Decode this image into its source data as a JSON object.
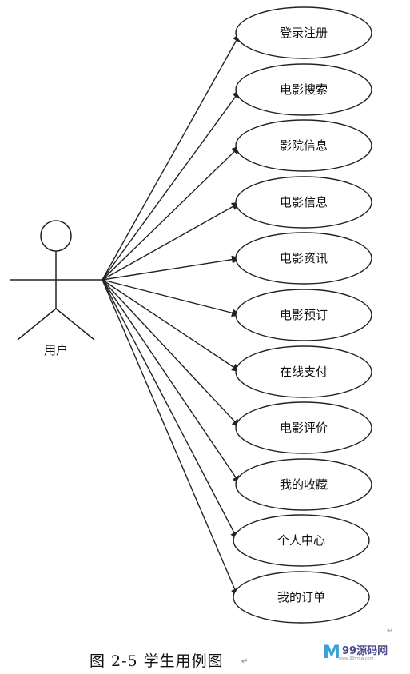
{
  "diagram": {
    "actor": {
      "label": "用户"
    },
    "use_cases": [
      "登录注册",
      "电影搜索",
      "影院信息",
      "电影信息",
      "电影资讯",
      "电影预订",
      "在线支付",
      "电影评价",
      "我的收藏",
      "个人中心",
      "我的订单"
    ]
  },
  "caption": "图 2-5  学生用例图",
  "watermark": {
    "logo": "M",
    "name": "99源码网",
    "url": "www.99ymw.com"
  },
  "pilcrow": "↵"
}
